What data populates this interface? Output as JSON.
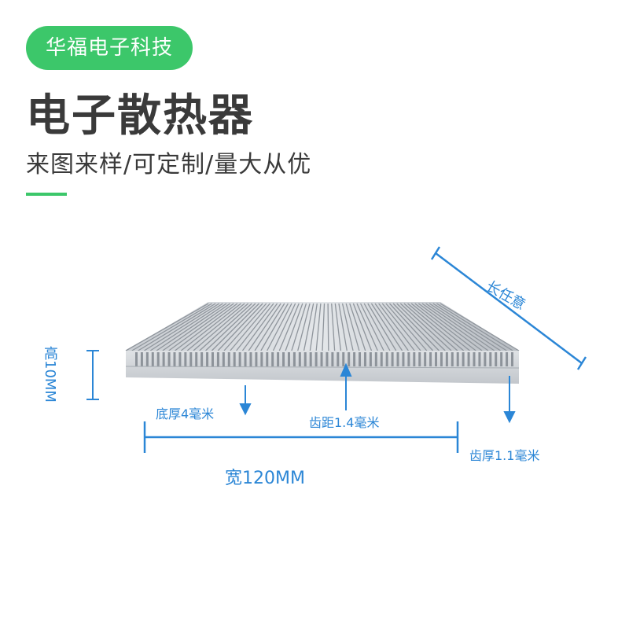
{
  "badge": {
    "text": "华福电子科技"
  },
  "title": "电子散热器",
  "subtitle": "来图来样/可定制/量大从优",
  "colors": {
    "accent_green": "#3cc76a",
    "dimension_blue": "#2b86d6",
    "heading": "#3a3a3a"
  },
  "labels": {
    "height": "高10MM",
    "width": "宽120MM",
    "length": "长任意",
    "base_thickness": "底厚4毫米",
    "fin_pitch": "齿距1.4毫米",
    "fin_thickness": "齿厚1.1毫米"
  }
}
